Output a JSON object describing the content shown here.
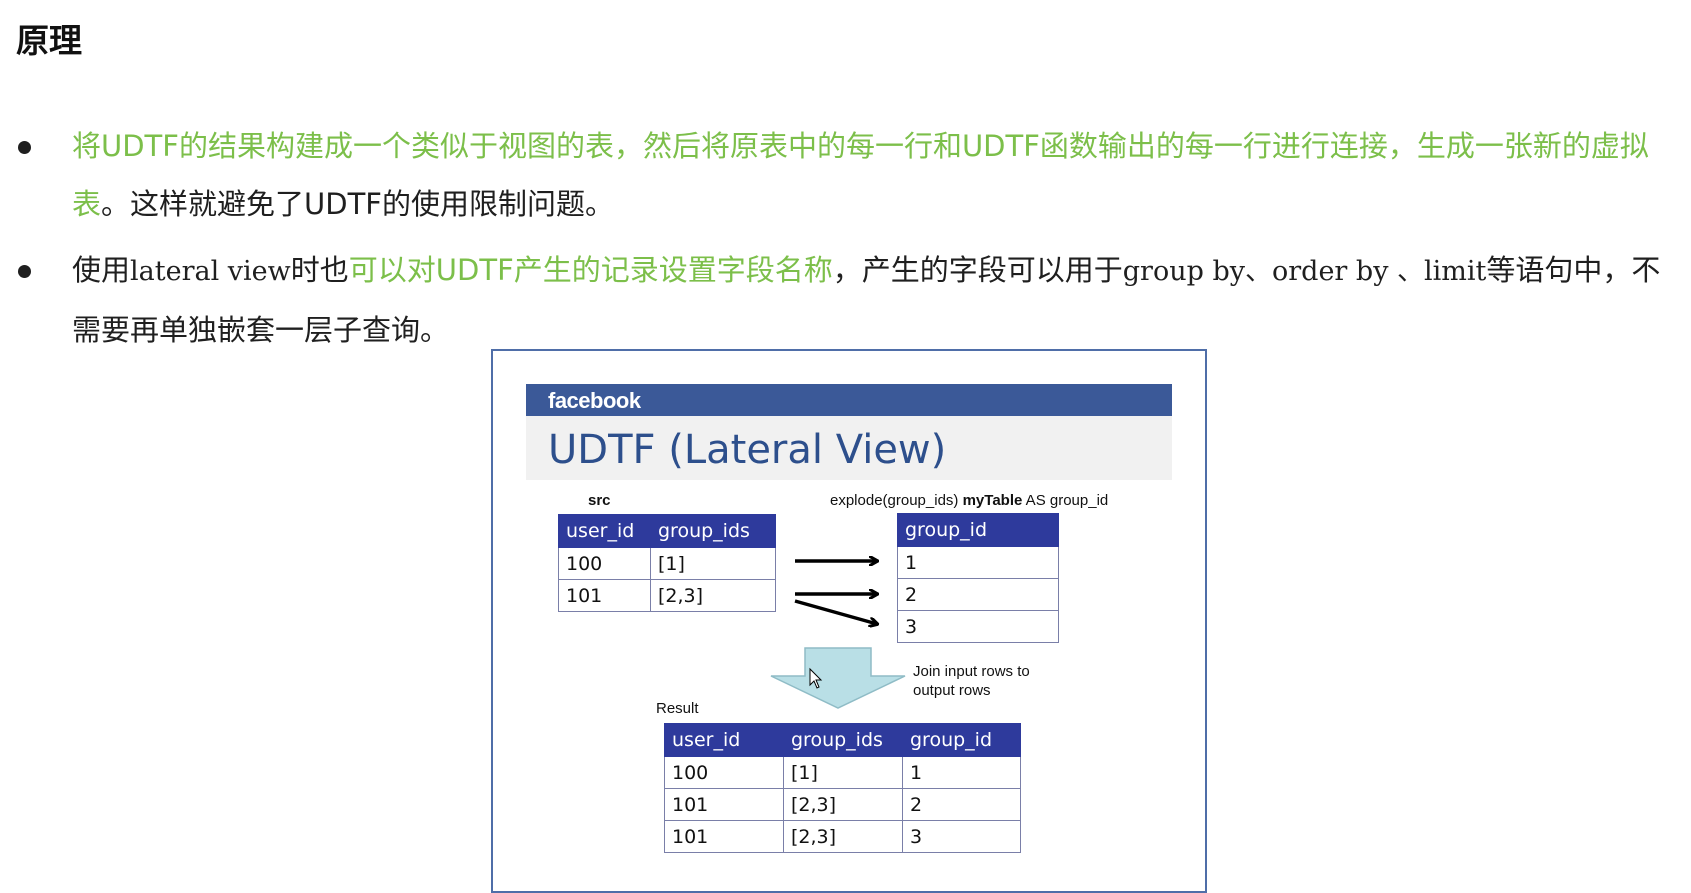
{
  "heading": "原理",
  "bullets": [
    {
      "p1": "将UDTF的结果构建成一个类似于视图的表，然后将原表中的每一行和UDTF函数输出的每一行进行连接，生成一张新的虚拟表",
      "p2": "。这样就避免了UDTF的使用限制问题。"
    },
    {
      "p1": "使用",
      "p2": "lateral view",
      "p3": "时也",
      "p4": "可以对UDTF产生的记录设置字段名称",
      "p5": "，产生的字段可以用于",
      "p6": "group by、order by 、limit",
      "p7": "等语句中，不需要再单独嵌套一层子查询。"
    }
  ],
  "figure": {
    "logo": "facebook",
    "title": "UDTF (Lateral View)",
    "src_label": "src",
    "explode_prefix": "explode(group_ids) ",
    "explode_bold": "myTable",
    "explode_suffix": " AS group_id",
    "src_table": {
      "headers": [
        "user_id",
        "group_ids"
      ],
      "rows": [
        [
          "100",
          "[1]"
        ],
        [
          "101",
          "[2,3]"
        ]
      ]
    },
    "explode_table": {
      "headers": [
        "group_id"
      ],
      "rows": [
        [
          "1"
        ],
        [
          "2"
        ],
        [
          "3"
        ]
      ]
    },
    "join_line1": "Join input rows to",
    "join_line2": "output rows",
    "result_label": "Result",
    "result_table": {
      "headers": [
        "user_id",
        "group_ids",
        "group_id"
      ],
      "rows": [
        [
          "100",
          "[1]",
          "1"
        ],
        [
          "101",
          "[2,3]",
          "2"
        ],
        [
          "101",
          "[2,3]",
          "3"
        ]
      ]
    },
    "colors": {
      "facebook_blue": "#3b5998",
      "table_header": "#2e3a9c",
      "highlight_green": "#7cbf4a",
      "down_arrow": "#b9dfe6"
    }
  }
}
